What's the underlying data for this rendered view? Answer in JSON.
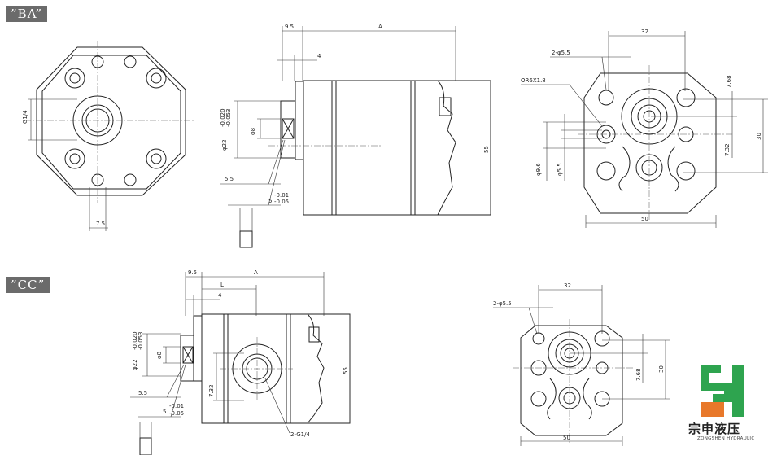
{
  "views": {
    "ba": {
      "tag": "”BA”",
      "front": {
        "g14": "G1/4",
        "dim75": "7.5"
      },
      "side": {
        "d95": "9.5",
        "dA": "A",
        "d4": "4",
        "phi22a": "φ22",
        "tol22a": "-0.020",
        "tol22b": "-0.053",
        "phi8": "φ8",
        "d55": "5.5",
        "d5": "5",
        "tol5a": "-0.01",
        "tol5b": "-0.05",
        "h55": "55"
      },
      "flange": {
        "d32": "32",
        "holes": "2-φ5.5",
        "oring": "OR6X1.8",
        "d768": "7.68",
        "d732": "7.32",
        "d30": "30",
        "d96": "φ9.6",
        "d55b": "φ5.5",
        "d50": "50"
      }
    },
    "cc": {
      "tag": "”CC”",
      "side": {
        "d95": "9.5",
        "dA": "A",
        "dL": "L",
        "d4": "4",
        "phi22a": "φ22",
        "tol22a": "-0.020",
        "tol22b": "-0.053",
        "phi8": "φ8",
        "d732": "7.32",
        "d55": "5.5",
        "d5": "5",
        "tol5a": "-0.01",
        "tol5b": "-0.05",
        "h55": "55",
        "port": "2-G1/4"
      },
      "flange": {
        "d32": "32",
        "holes": "2-φ5.5",
        "d768": "7.68",
        "d30": "30",
        "d50": "50"
      }
    }
  },
  "brand": {
    "cn": "宗申液压",
    "en": "ZONGSHEN HYDRAULIC",
    "colors": {
      "green": "#2ea44f",
      "orange": "#e8782a"
    }
  }
}
